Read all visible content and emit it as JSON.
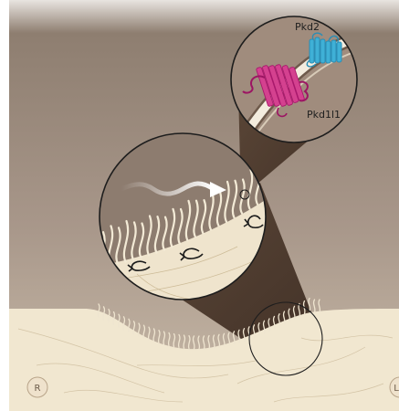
{
  "labels": {
    "protein_top": "Pkd2",
    "protein_bottom": "Pkd1l1",
    "side_left": "R",
    "side_right": "L"
  },
  "colors": {
    "background_top": "#8c7b6c",
    "background_bottom": "#c7b8a7",
    "tissue": "#f0e6cf",
    "tissue_line": "#c8b796",
    "cilia": "#efe6d2",
    "callout_wedge": "#4a372b",
    "pkd2": "#37a4c9",
    "pkd1l1": "#cf3b8f",
    "flow_arrow": "#ffffff",
    "rotation_arrow": "#1b1b1b"
  }
}
